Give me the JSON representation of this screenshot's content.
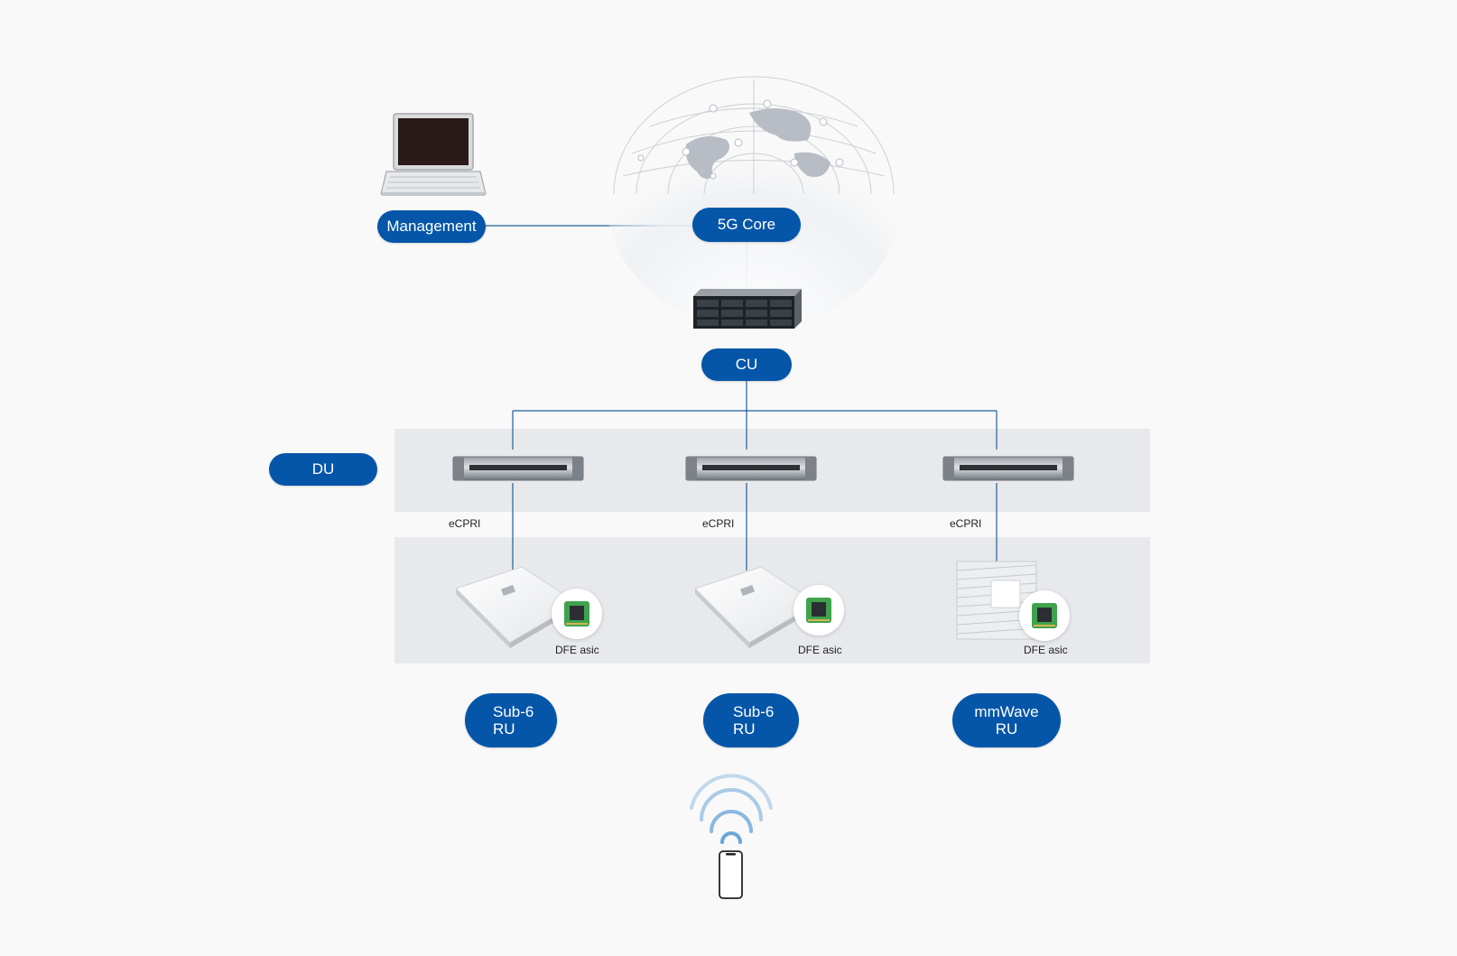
{
  "nodes": {
    "management": "Management",
    "core": "5G Core",
    "cu": "CU",
    "du": "DU",
    "ru1": [
      "Sub-6",
      "RU"
    ],
    "ru2": [
      "Sub-6",
      "RU"
    ],
    "ru3": [
      "mmWave",
      "RU"
    ]
  },
  "links": {
    "ecpri_1": "eCPRI",
    "ecpri_2": "eCPRI",
    "ecpri_3": "eCPRI"
  },
  "chips": {
    "dfe_1": "DFE asic",
    "dfe_2": "DFE asic",
    "dfe_3": "DFE asic"
  },
  "colors": {
    "pill": "#0556a8",
    "line": "#1f5e9c",
    "band": "#e8e9ec",
    "background": "#f9f9f9"
  },
  "icons": [
    "laptop-icon",
    "globe-icon",
    "cu-server-icon",
    "du-server-icon",
    "ru-box-icon",
    "mmwave-panel-icon",
    "chip-icon",
    "wifi-signal-icon",
    "smartphone-icon"
  ]
}
